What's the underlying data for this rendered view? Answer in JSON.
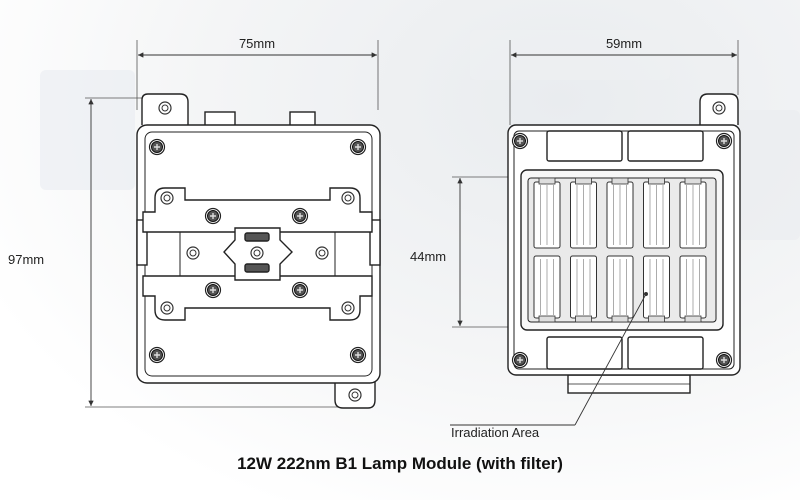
{
  "dimensions": {
    "front_width": "75mm",
    "side_width": "59mm",
    "height": "97mm",
    "window_height": "44mm"
  },
  "callout": "Irradiation Area",
  "caption": "12W 222nm B1 Lamp Module (with filter)"
}
